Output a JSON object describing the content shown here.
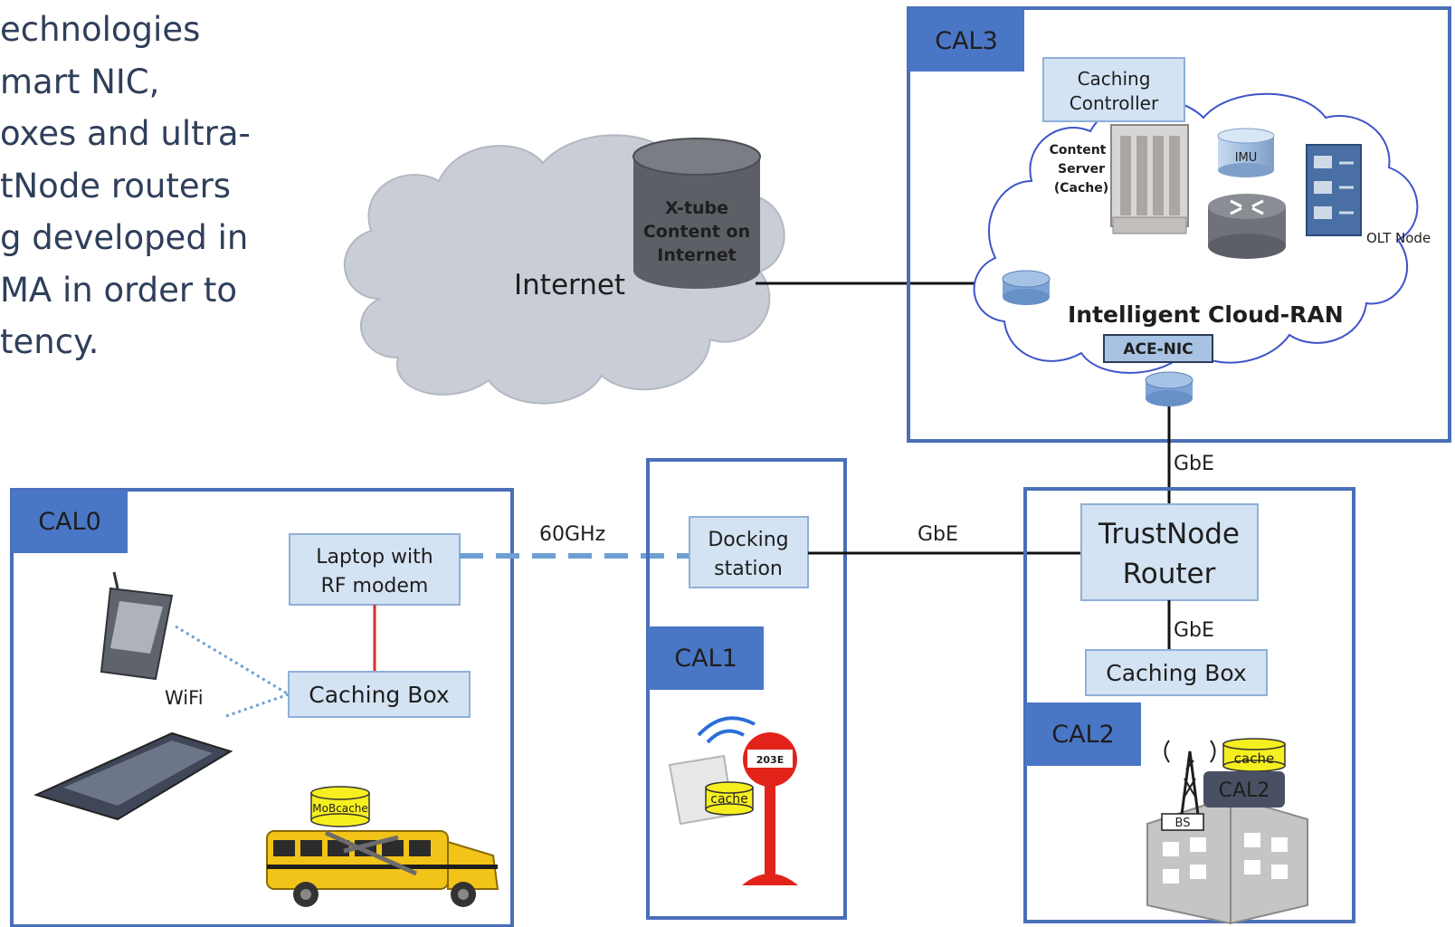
{
  "slide_text_lines": [
    "echnologies",
    "mart NIC,",
    "oxes and ultra-",
    "tNode routers",
    "g developed in",
    "MA in order to",
    "tency."
  ],
  "areas": {
    "cal3": "CAL3",
    "cal0": "CAL0",
    "cal1": "CAL1",
    "cal2": "CAL2"
  },
  "internet": {
    "label": "Internet",
    "server_line1": "X-tube",
    "server_line2": "Content on",
    "server_line3": "Internet"
  },
  "cal3": {
    "caching_controller_line1": "Caching",
    "caching_controller_line2": "Controller",
    "content_server_line1": "Content",
    "content_server_line2": "Server",
    "content_server_line3": "(Cache)",
    "imu": "IMU",
    "olt_node": "OLT Node",
    "cloud_ran": "Intelligent Cloud-RAN",
    "ace_nic": "ACE-NIC"
  },
  "links": {
    "gbe_top": "GbE",
    "gbe_mid": "GbE",
    "gbe_router": "GbE",
    "ghz60": "60GHz",
    "wifi": "WiFi"
  },
  "cal0": {
    "laptop_line1": "Laptop with",
    "laptop_line2": "RF modem",
    "caching_box": "Caching Box",
    "bus_cache": "MoBcache"
  },
  "cal1": {
    "docking_line1": "Docking",
    "docking_line2": "station",
    "sign": "203E",
    "cache": "cache"
  },
  "cal2": {
    "router_line1": "TrustNode",
    "router_line2": "Router",
    "caching_box": "Caching Box",
    "cache": "cache",
    "building_label": "CAL2",
    "bs": "BS"
  },
  "colors": {
    "frame_blue": "#4a6fb8",
    "tag_blue": "#4a76c6",
    "node_fill": "#d4e3f3",
    "cloud_fill": "#c9cdd6",
    "cloud_ran_text": "#1f2ed0",
    "link_red": "#d9312b",
    "dash_blue": "#6e9fd3"
  }
}
